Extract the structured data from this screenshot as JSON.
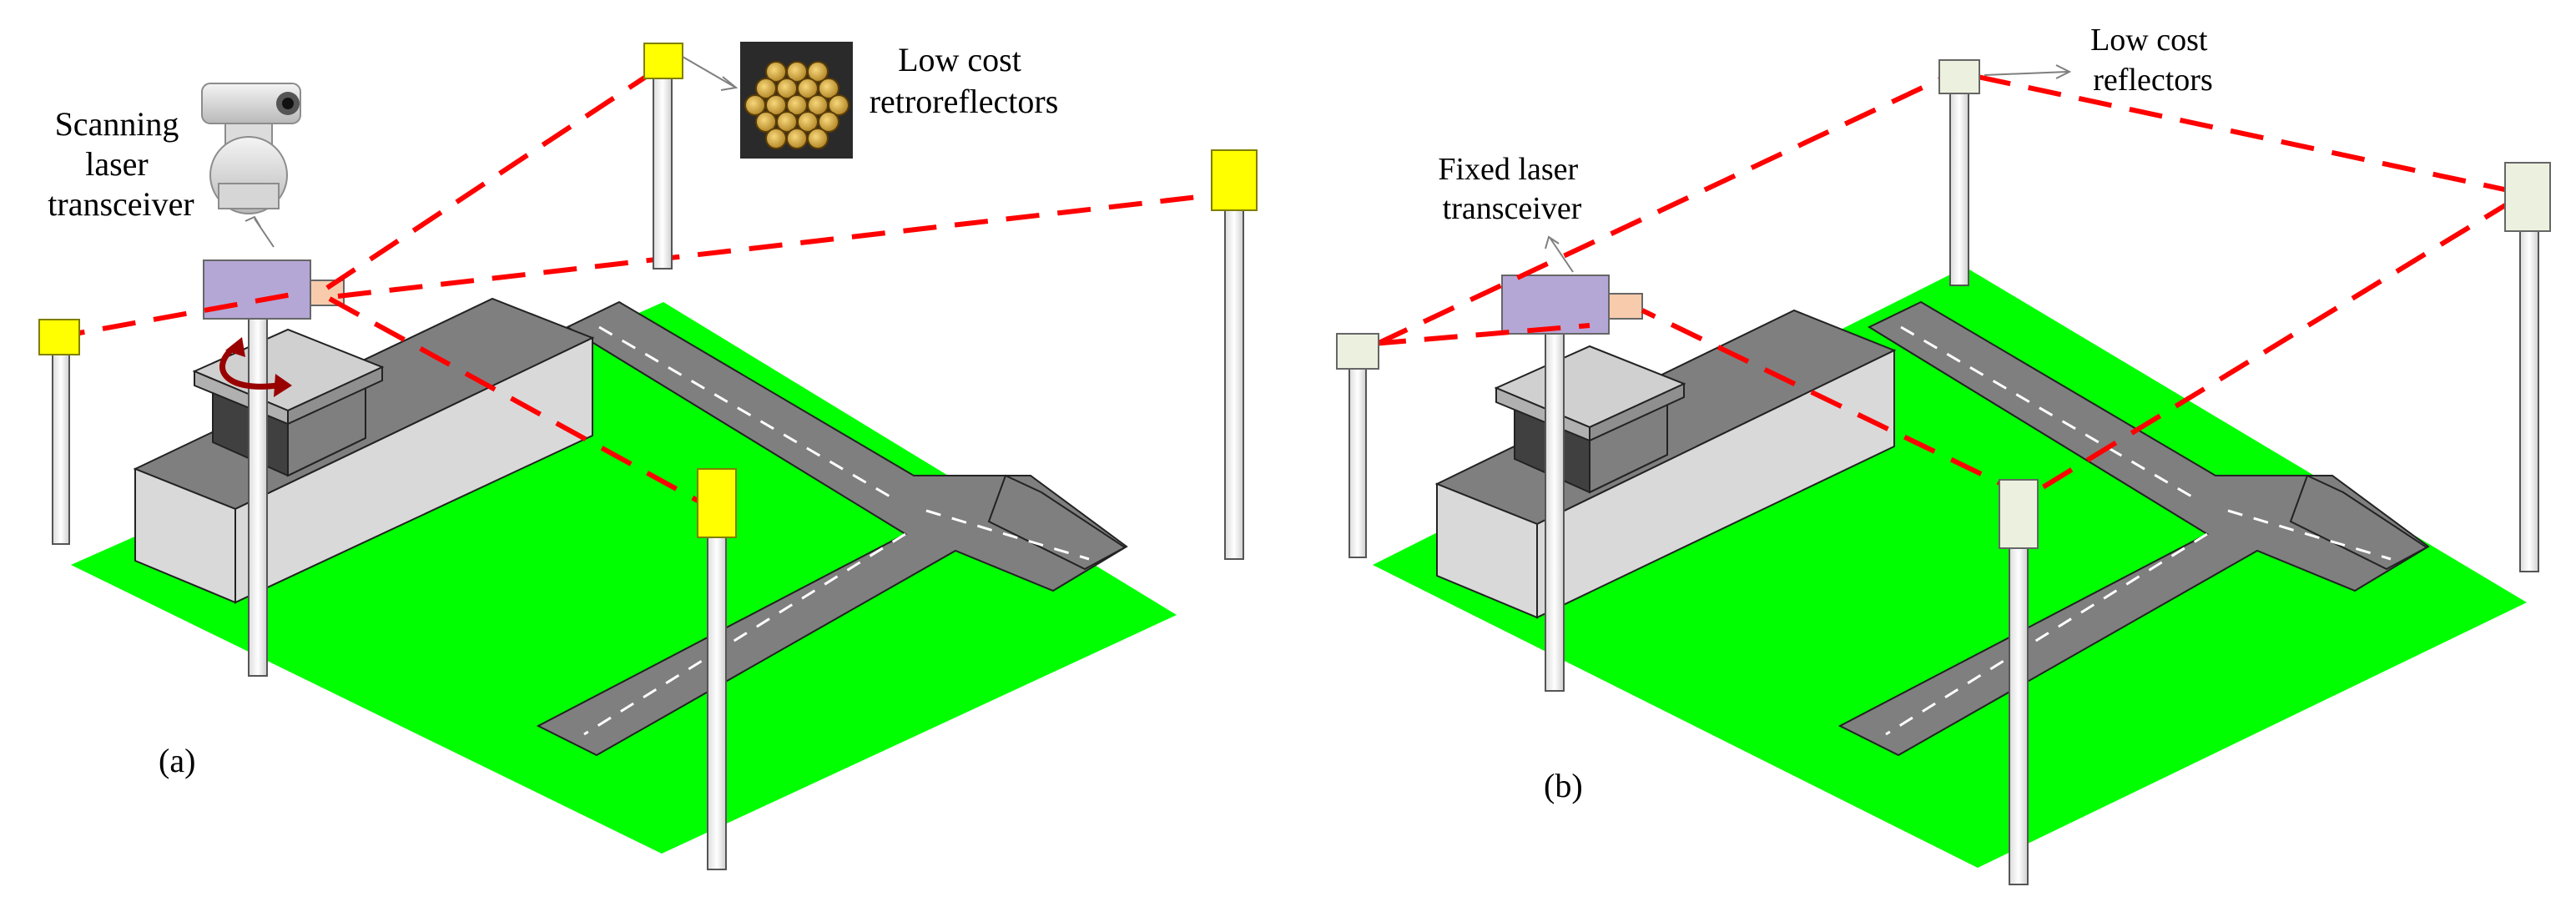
{
  "panel_a": {
    "caption": "(a)",
    "transceiver_label": [
      "Scanning",
      "laser",
      "transceiver"
    ],
    "reflector_label": [
      "Low cost",
      "retroreflectors"
    ]
  },
  "panel_b": {
    "caption": "(b)",
    "transceiver_label": [
      "Fixed laser",
      "transceiver"
    ],
    "reflector_label": [
      "Low cost",
      "reflectors"
    ]
  },
  "colors": {
    "ground": "#00ff00",
    "runway": "#7f7f7f",
    "laser_beam": "#ff0000",
    "transceiver_box": "#b4a7d6",
    "retroreflector": "#ffff00",
    "reflector": "#ebf1de",
    "rotation_arrow": "#990000"
  },
  "icons": [
    "camera-icon",
    "honeycomb-retroreflector-icon",
    "rotation-arrow-icon"
  ]
}
